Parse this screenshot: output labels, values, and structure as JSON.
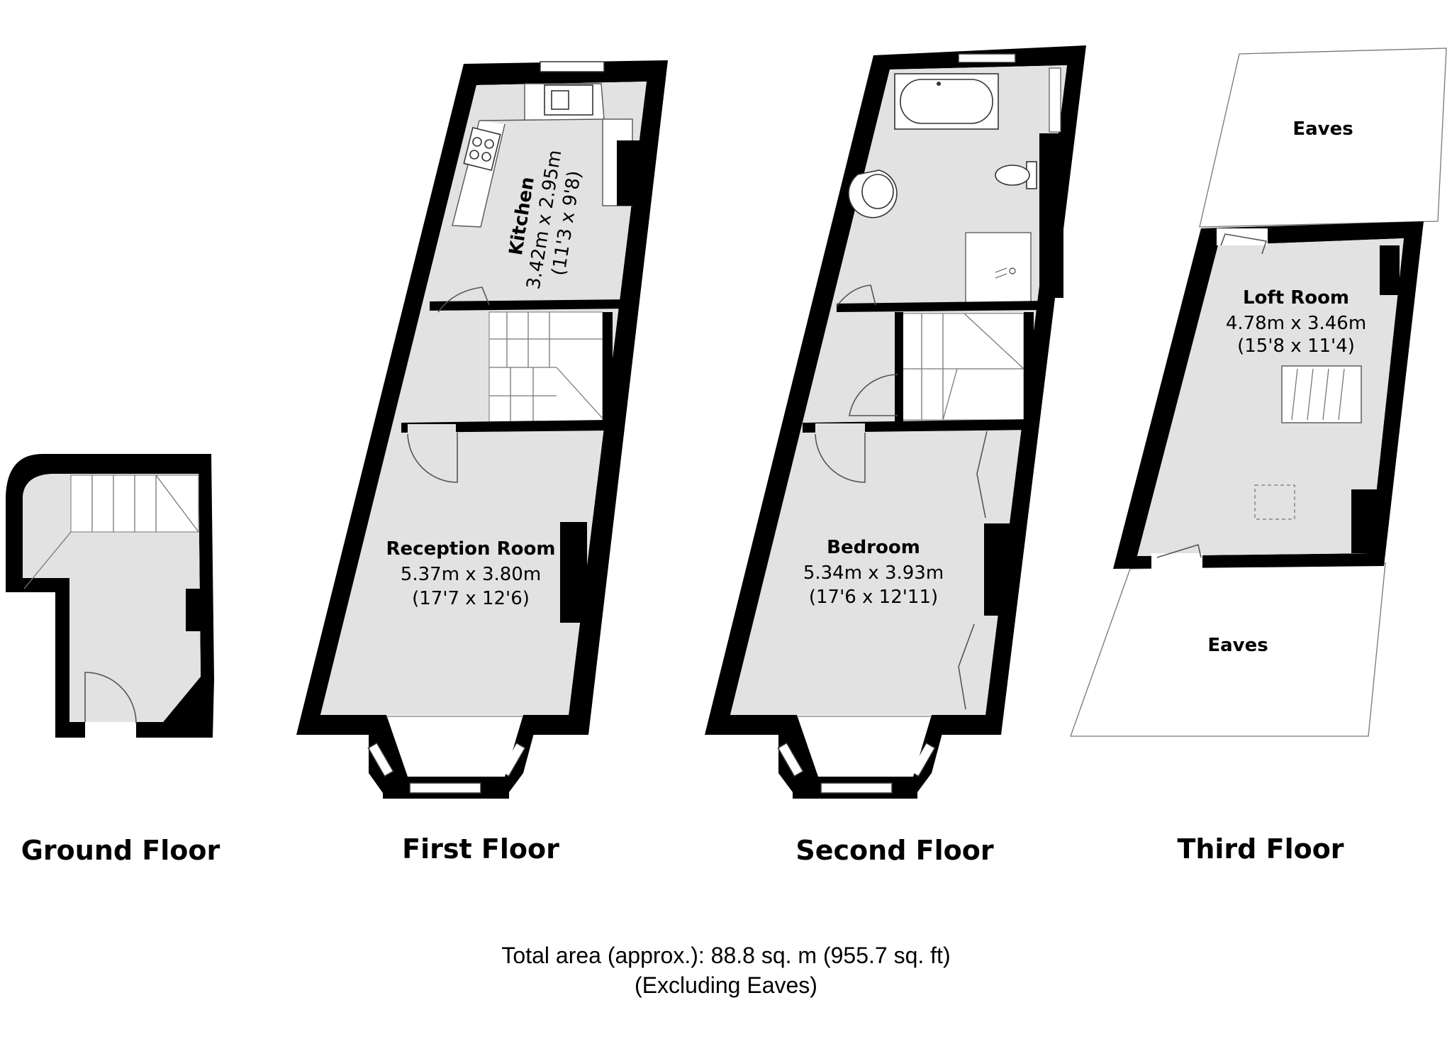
{
  "floors": {
    "ground": {
      "label": "Ground Floor"
    },
    "first": {
      "label": "First Floor",
      "kitchen": {
        "name": "Kitchen",
        "metric": "3.42m x 2.95m",
        "imperial": "(11'3 x 9'8)"
      },
      "reception": {
        "name": "Reception Room",
        "metric": "5.37m x 3.80m",
        "imperial": "(17'7 x 12'6)"
      }
    },
    "second": {
      "label": "Second Floor",
      "bedroom": {
        "name": "Bedroom",
        "metric": "5.34m x 3.93m",
        "imperial": "(17'6 x 12'11)"
      }
    },
    "third": {
      "label": "Third Floor",
      "loft": {
        "name": "Loft Room",
        "metric": "4.78m x 3.46m",
        "imperial": "(15'8 x 11'4)"
      },
      "eaves_top": "Eaves",
      "eaves_bottom": "Eaves"
    }
  },
  "footer": {
    "total_area": "Total area (approx.): 88.8 sq. m (955.7 sq. ft)",
    "note": "(Excluding Eaves)"
  },
  "colors": {
    "wall": "#000000",
    "floor_fill": "#e2e2e2",
    "background": "#ffffff"
  }
}
